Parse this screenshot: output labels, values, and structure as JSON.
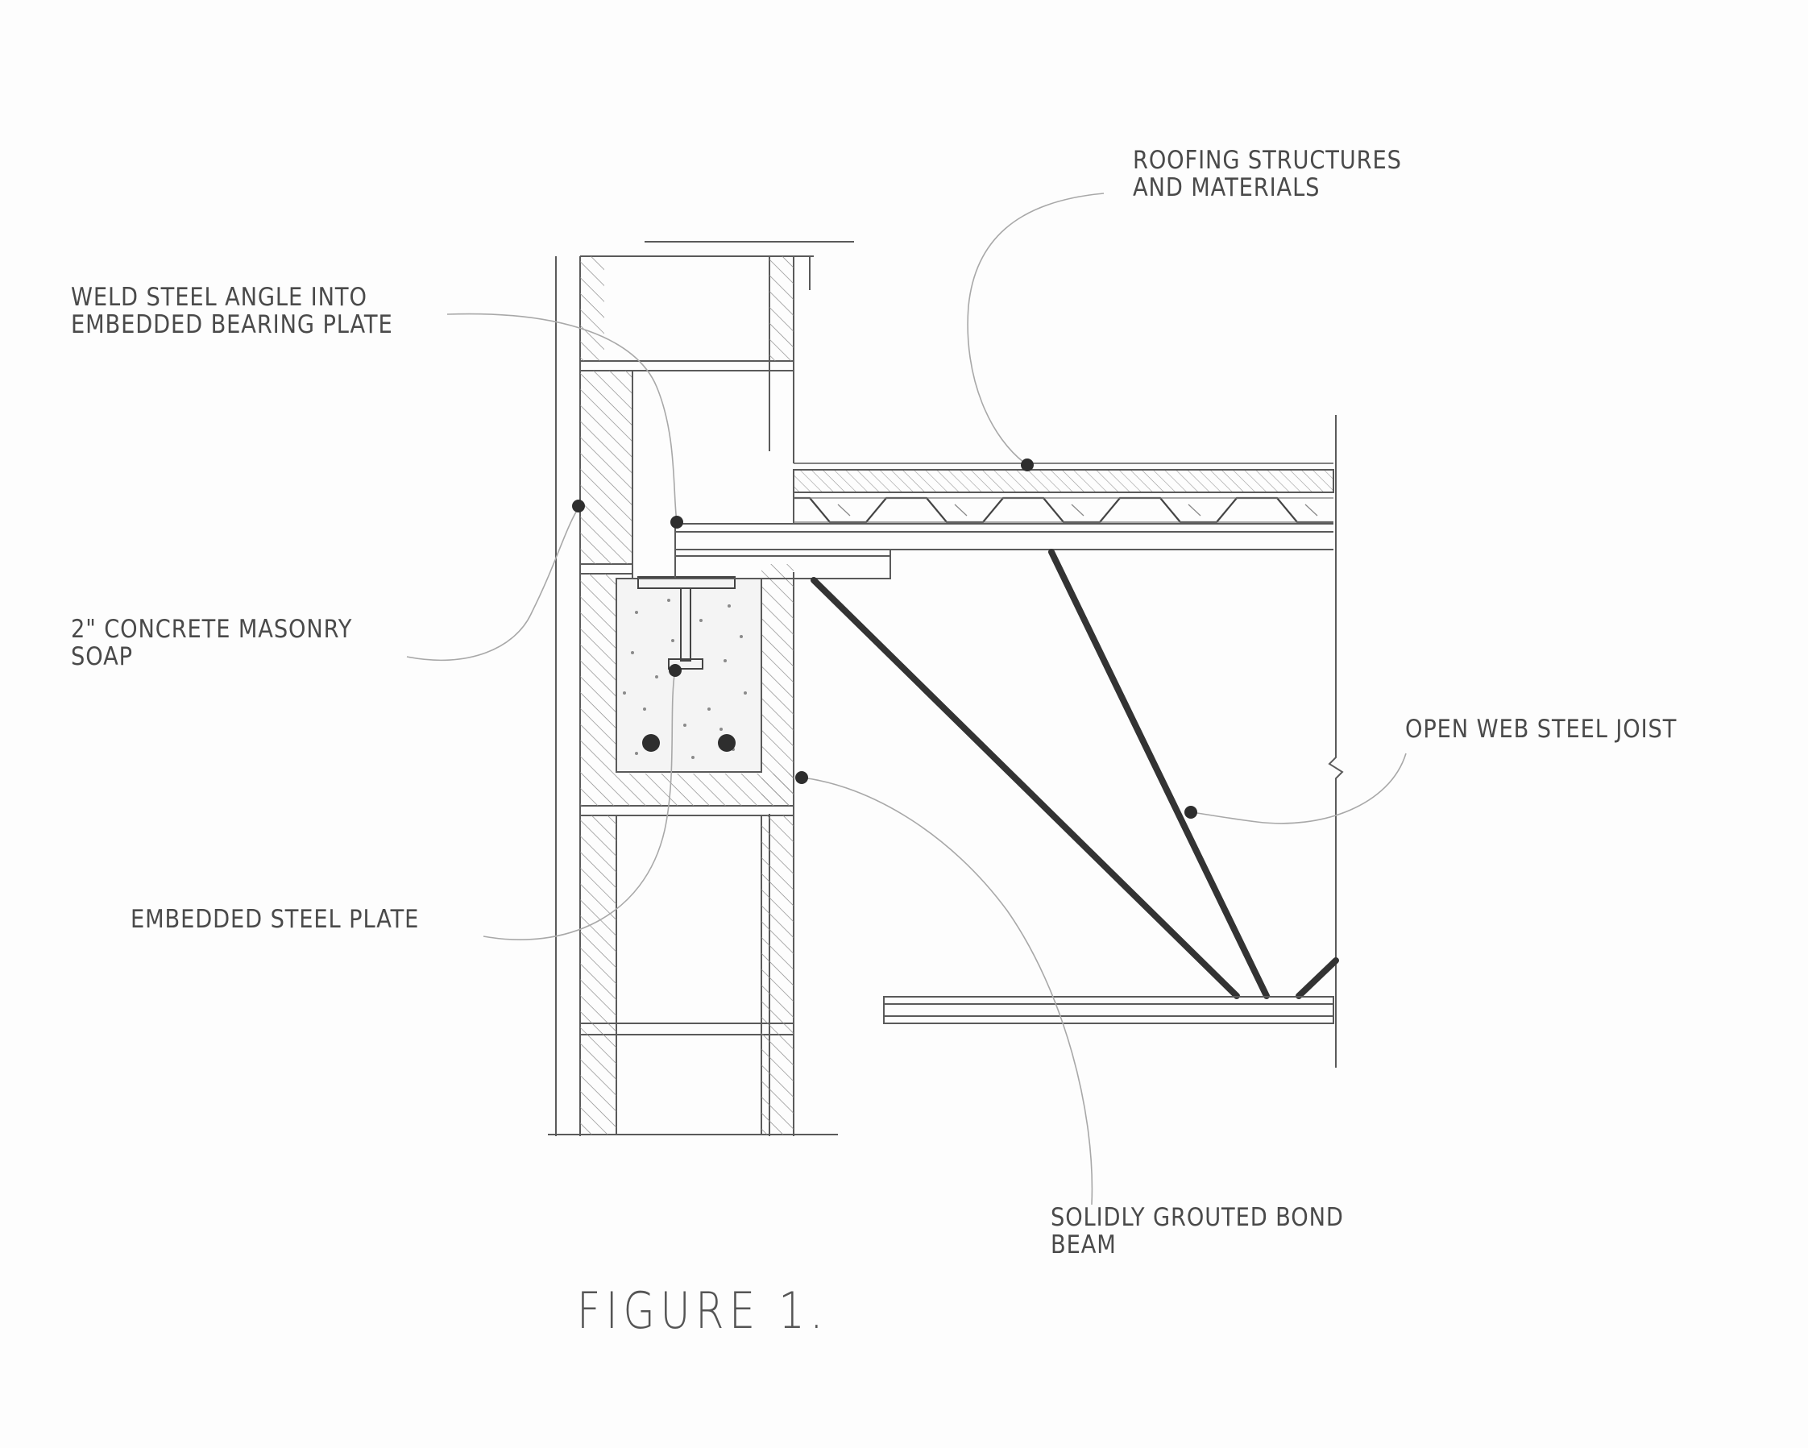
{
  "callouts": {
    "roofing": {
      "line1": "ROOFING STRUCTURES",
      "line2": "AND MATERIALS"
    },
    "weld_angle": {
      "line1": "WELD STEEL ANGLE INTO",
      "line2": "EMBEDDED BEARING PLATE"
    },
    "masonry": {
      "line1": "2\" CONCRETE MASONRY",
      "line2": "SOAP"
    },
    "joist": {
      "line1": "OPEN WEB STEEL JOIST"
    },
    "embedded_plate": {
      "line1": "EMBEDDED STEEL PLATE"
    },
    "bond_beam": {
      "line1": "SOLIDLY GROUTED BOND",
      "line2": "BEAM"
    }
  },
  "figure": {
    "title": "FIGURE 1."
  },
  "colors": {
    "line": "#5a5a5a",
    "heavy": "#333333",
    "hatch": "#8a8a8a",
    "text": "#4a4a4a"
  }
}
